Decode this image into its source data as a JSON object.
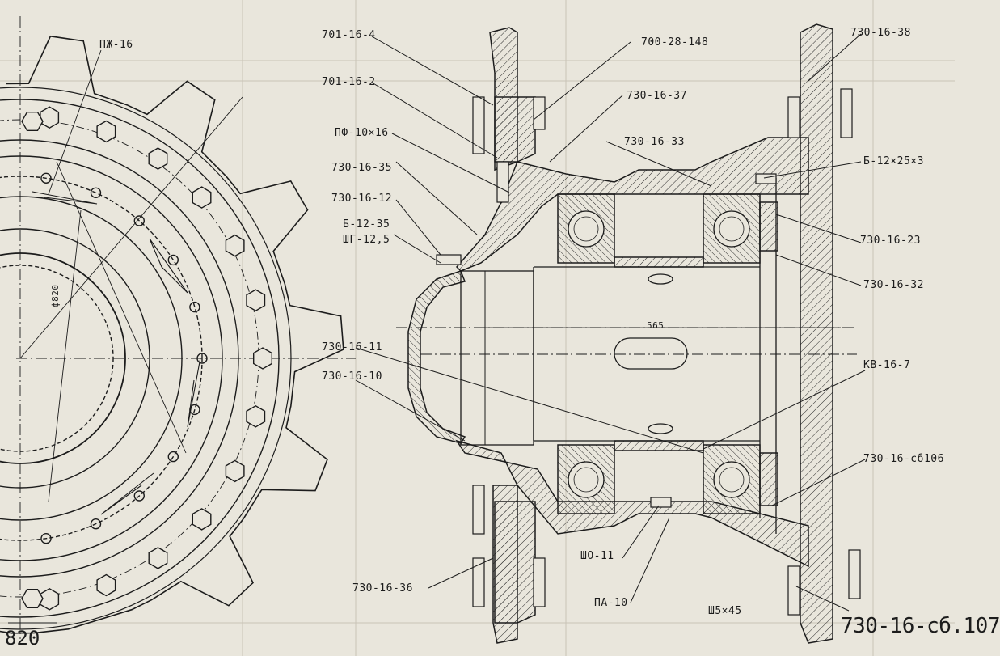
{
  "labels": {
    "pzh": "ПЖ-16",
    "d820": "ф820",
    "p701_4": "701-16-4",
    "p701_2": "701-16-2",
    "pf": "ПФ-10×16",
    "p35": "730-16-35",
    "p12": "730-16-12",
    "b12_35": "Б-12-35",
    "shg": "ШГ-12,5",
    "p11": "730-16-11",
    "p10": "730-16-10",
    "p36": "730-16-36",
    "p148": "700-28-148",
    "p37": "730-16-37",
    "p33": "730-16-33",
    "p38": "730-16-38",
    "b12_25": "Б-12×25×3",
    "p23": "730-16-23",
    "p32": "730-16-32",
    "dim565": "565",
    "kv": "КВ-16-7",
    "sb106": "730-16-сб106",
    "sho": "ШО-11",
    "pa": "ПА-10",
    "sh5": "Ш5×45",
    "n820": "820",
    "title": "730-16-сб.107"
  }
}
